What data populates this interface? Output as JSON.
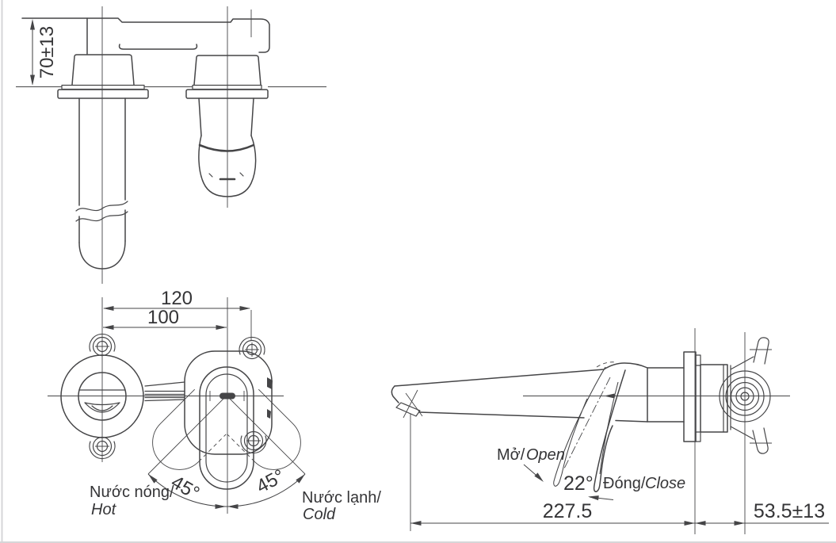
{
  "colors": {
    "line": "#454547",
    "text": "#353537",
    "background": "#ffffff"
  },
  "views": {
    "top": {
      "depth_dim": "70±13"
    },
    "front": {
      "hole_spacing_dim": "120",
      "center_spacing_dim": "100",
      "swing_left_dim": "45°",
      "swing_right_dim": "45°",
      "hot_label_vi": "Nước nóng/",
      "hot_label_en": "Hot",
      "cold_label_vi": "Nước lạnh/",
      "cold_label_en": "Cold"
    },
    "side": {
      "open_label_vi": "Mở/",
      "open_label_en": "Open",
      "open_angle_dim": "22°",
      "close_label_vi": "Đóng/",
      "close_label_en": "Close",
      "spout_reach_dim": "227.5",
      "embed_depth_dim": "53.5±13"
    }
  }
}
